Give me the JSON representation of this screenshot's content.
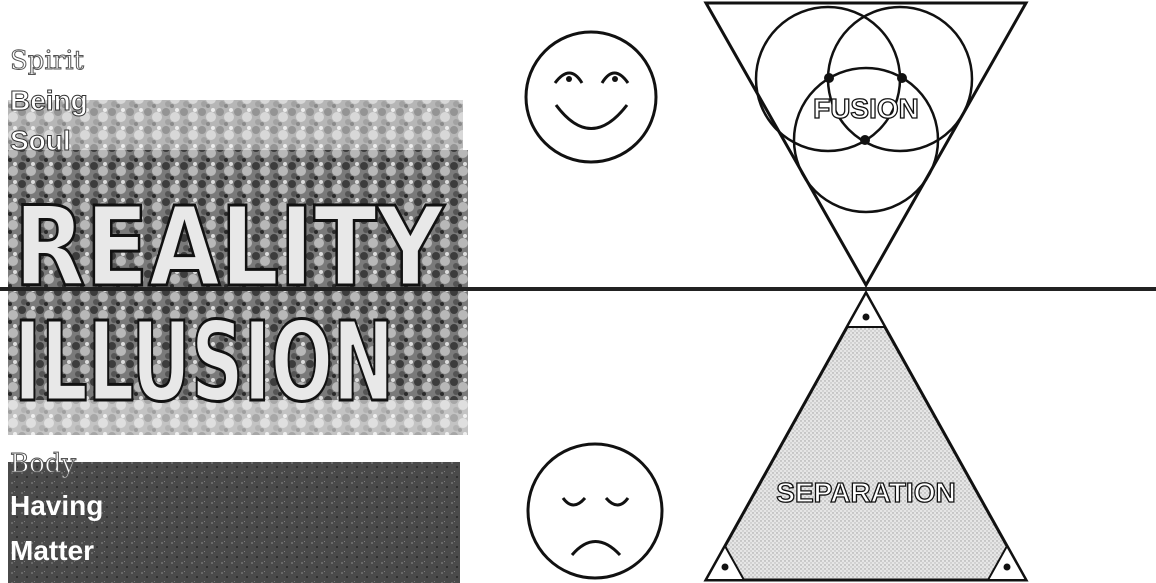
{
  "left_panel": {
    "upper_words": [
      "Spirit",
      "Being",
      "Soul"
    ],
    "reality_word": "REALITY",
    "illusion_word": "ILLUSION",
    "lower_words": [
      "Body",
      "Having",
      "Matter"
    ]
  },
  "diagram": {
    "fusion_label": "FUSION",
    "separation_label": "SEPARATION"
  },
  "faces": {
    "top": "happy-face",
    "bottom": "sad-face"
  }
}
